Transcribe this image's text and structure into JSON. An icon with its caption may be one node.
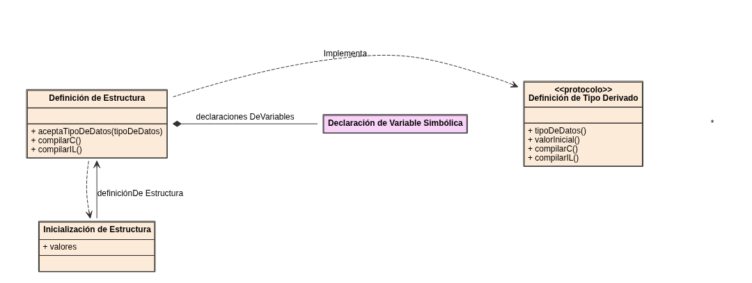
{
  "diagram": {
    "nodes": [
      {
        "text": [
          "<<protocolo>>",
          "Definición de Tipo Derivado",
          "+ tipoDeDatos()",
          "+ valorInicial()",
          "+ compilarC()",
          "+ compilarIL()"
        ]
      },
      {
        "text": [
          "Definición de Estructura",
          "+ aceptaTipoDeDatos(tipoDeDatos)",
          "+ compilarC()",
          "+ compilarIL()"
        ]
      },
      {
        "text": [
          "Declaración de Variable Simbólica"
        ]
      },
      {
        "text": [
          "Inicialización de Estructura",
          "+ valores"
        ]
      }
    ],
    "edges": [
      {
        "from": 1,
        "to": 0,
        "arrow": "to",
        "style": "dashed",
        "label": "Implementa"
      },
      {
        "from": 1,
        "to": 2,
        "arrow": "other",
        "label": "declaraciones DeVariables"
      },
      {
        "from": 3,
        "to": 1,
        "arrow": "to",
        "label": "definiciónDe Estructura"
      },
      {
        "from": 1,
        "to": 3,
        "arrow": "to",
        "style": "dashed"
      }
    ],
    "labels": [
      "*"
    ]
  }
}
